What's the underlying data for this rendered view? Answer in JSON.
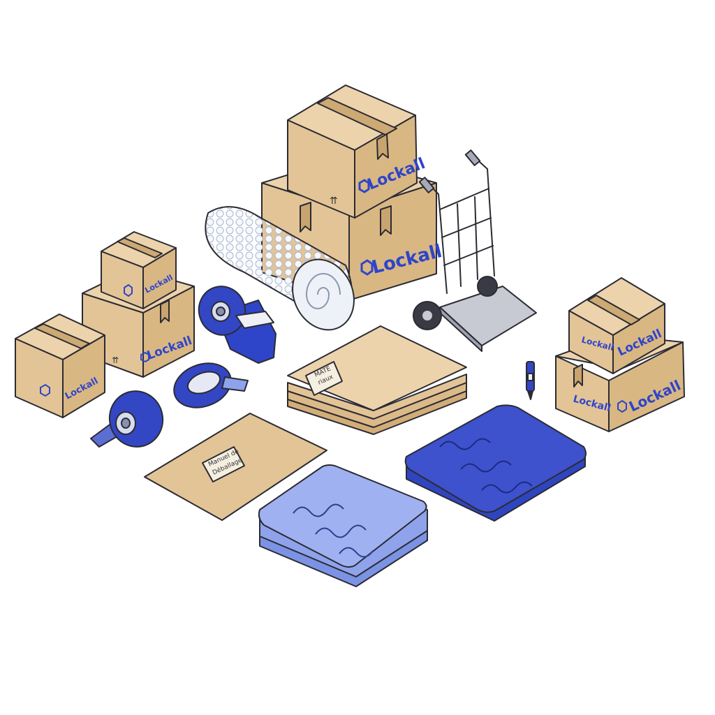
{
  "brand": {
    "name": "Lockall",
    "logo_icon": "hexagon-logo-icon",
    "color": "#2f45c9"
  },
  "labels": {
    "envelope_label": [
      "Manuel de",
      "Déballage"
    ],
    "board_label": [
      "MATÉ",
      "riaux"
    ]
  },
  "colors": {
    "cardboard": "#e3c496",
    "cardboard_side": "#d2ad78",
    "cardboard_top": "#ecd3ab",
    "tape_blue": "#3346c4",
    "blanket_blue": "#3d52cc",
    "blanket_light": "#8fa3ec",
    "bubble_wrap": "#e9eef6",
    "trolley_metal": "#a6a9b8",
    "outline": "#2b2b33"
  }
}
